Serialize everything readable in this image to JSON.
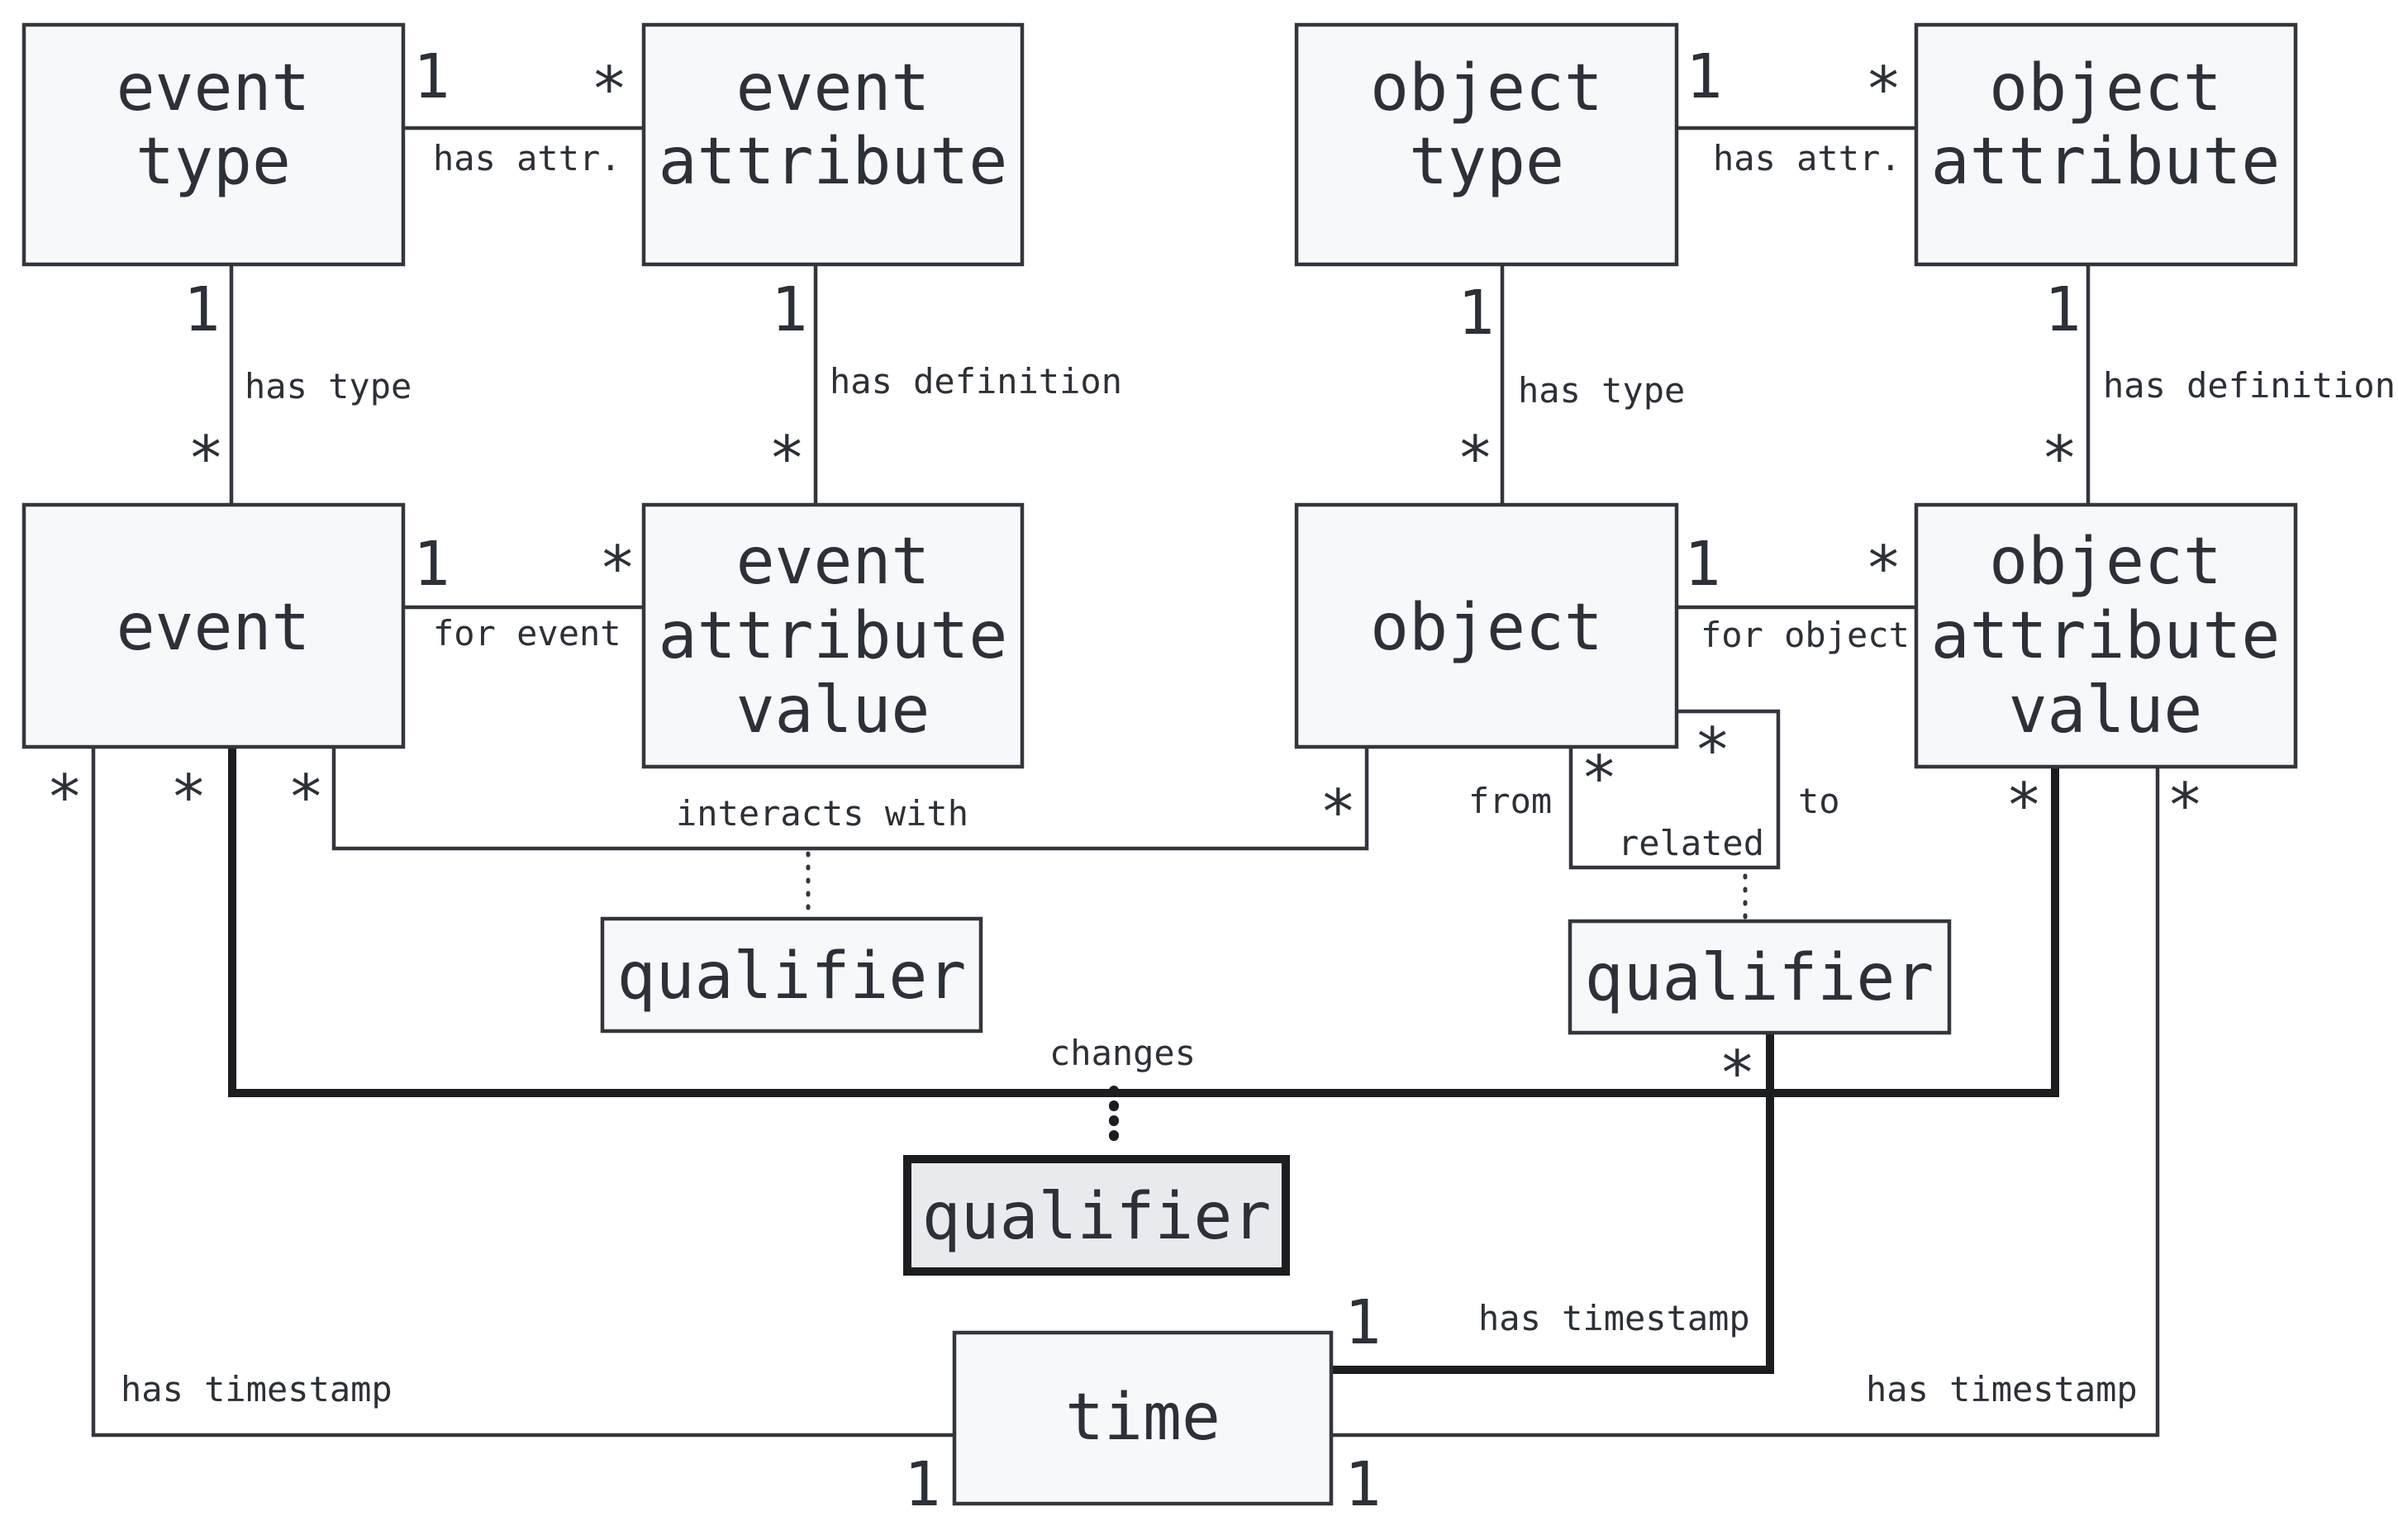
{
  "entities": {
    "event_type": [
      "event",
      "type"
    ],
    "event_attribute": [
      "event",
      "attribute"
    ],
    "object_type": [
      "object",
      "type"
    ],
    "object_attribute": [
      "object",
      "attribute"
    ],
    "event": [
      "event"
    ],
    "event_attribute_value": [
      "event",
      "attribute",
      "value"
    ],
    "object": [
      "object"
    ],
    "object_attribute_value": [
      "object",
      "attribute",
      "value"
    ],
    "qualifier_interacts": [
      "qualifier"
    ],
    "qualifier_related": [
      "qualifier"
    ],
    "qualifier_changes": [
      "qualifier"
    ],
    "time": [
      "time"
    ]
  },
  "relationships": {
    "event_type_attr": "has attr.",
    "object_type_attr": "has attr.",
    "event_has_type": "has type",
    "event_attr_definition": "has definition",
    "object_has_type": "has type",
    "object_attr_definition": "has definition",
    "for_event": "for event",
    "for_object": "for object",
    "interacts_with": "interacts with",
    "from": "from",
    "to": "to",
    "related": "related",
    "changes": "changes",
    "event_timestamp": "has timestamp",
    "change_timestamp": "has timestamp",
    "oav_timestamp": "has timestamp"
  },
  "multiplicity": {
    "one": "1",
    "many": "*"
  }
}
